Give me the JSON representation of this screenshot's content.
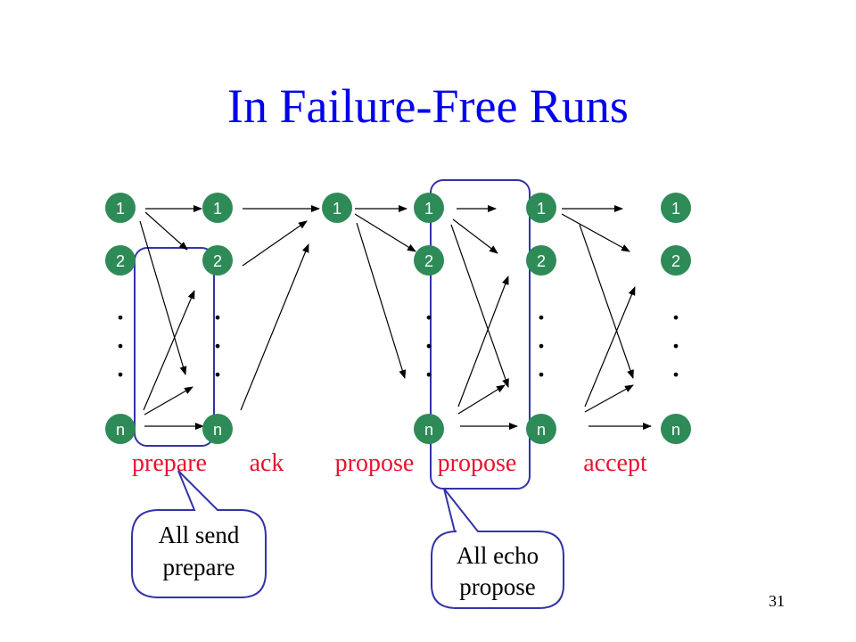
{
  "title": "In Failure-Free Runs",
  "page_number": "31",
  "node_labels": {
    "one": "1",
    "two": "2",
    "n": "n",
    "dot": "."
  },
  "columns": [
    {
      "id": "c1",
      "has_two": true
    },
    {
      "id": "c2",
      "has_two": true
    },
    {
      "id": "c3",
      "has_two": false
    },
    {
      "id": "c4",
      "has_two": true
    },
    {
      "id": "c5",
      "has_two": true
    },
    {
      "id": "c6",
      "has_two": true
    }
  ],
  "phases": [
    "prepare",
    "ack",
    "propose",
    "propose",
    "accept"
  ],
  "callouts": [
    {
      "lines": [
        "All send",
        "prepare"
      ]
    },
    {
      "lines": [
        "All echo",
        "propose"
      ]
    }
  ],
  "colors": {
    "title": "#0000ee",
    "node": "#2e8b57",
    "phase": "#e8122c",
    "highlight": "#3333aa"
  }
}
